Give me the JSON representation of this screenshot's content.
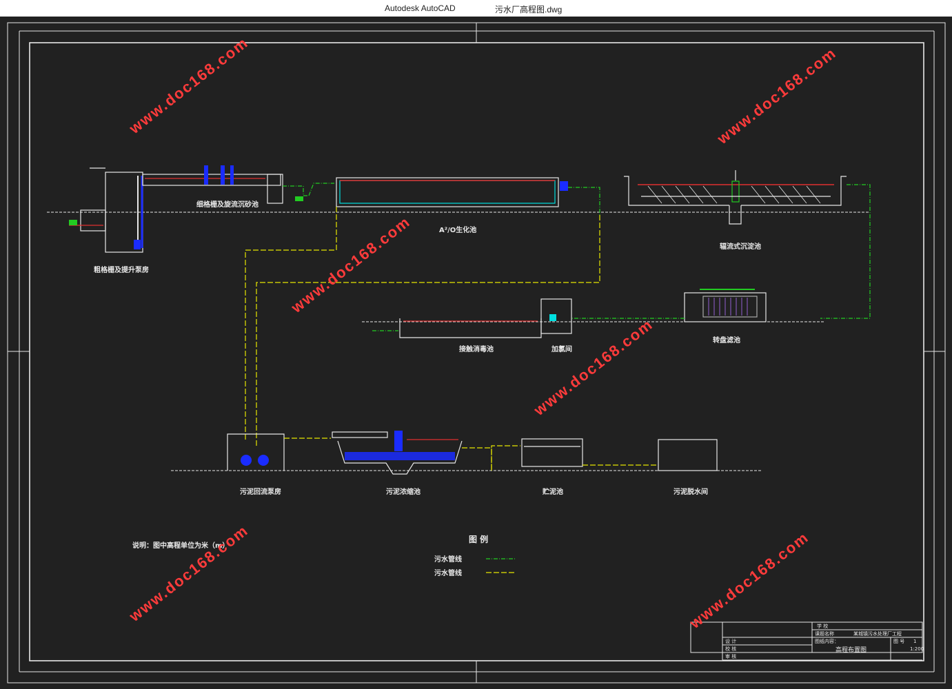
{
  "window": {
    "app_name": "Autodesk AutoCAD",
    "file_name": "污水厂高程图.dwg"
  },
  "drawing": {
    "units_note": "说明：图中高程单位为米（m）",
    "legend_title": "图 例",
    "legend_items": [
      {
        "label": "污水管线",
        "color": "#22cc22"
      },
      {
        "label": "污水管线",
        "color": "#e8e800"
      }
    ],
    "structures": {
      "coarse_screen": "粗格栅及提升泵房",
      "fine_screen": "细格栅及旋流沉砂池",
      "bio_tank": "A²/O生化池",
      "clarifier": "辐流式沉淀池",
      "contact_tank": "接触消毒池",
      "dosing_room": "加氯间",
      "disc_filter": "转盘滤池",
      "sludge_pump": "污泥回流泵房",
      "thickener": "污泥浓缩池",
      "storage": "贮泥池",
      "dewatering": "污泥脱水间"
    },
    "watermark": "www.doc168.com"
  },
  "title_block": {
    "row1_label": "学 校",
    "row2_label": "课题名称",
    "row2_value": "某城镇污水处理厂工程",
    "sheet_label": "图 号",
    "sheet_value": "1",
    "content_label": "图纸内容：",
    "content_value": "高程布置图",
    "scale_value": "1:200",
    "roles": [
      "设 计",
      "校 核",
      "审 核"
    ]
  },
  "colors": {
    "green_pipe": "#22cc22",
    "yellow_pipe": "#e8e800",
    "water_red": "#e03030",
    "cyan": "#00e0e0",
    "blue_fill": "#1a2cff",
    "linework": "#e8e8e8",
    "watermark": "#ff3b3b"
  }
}
